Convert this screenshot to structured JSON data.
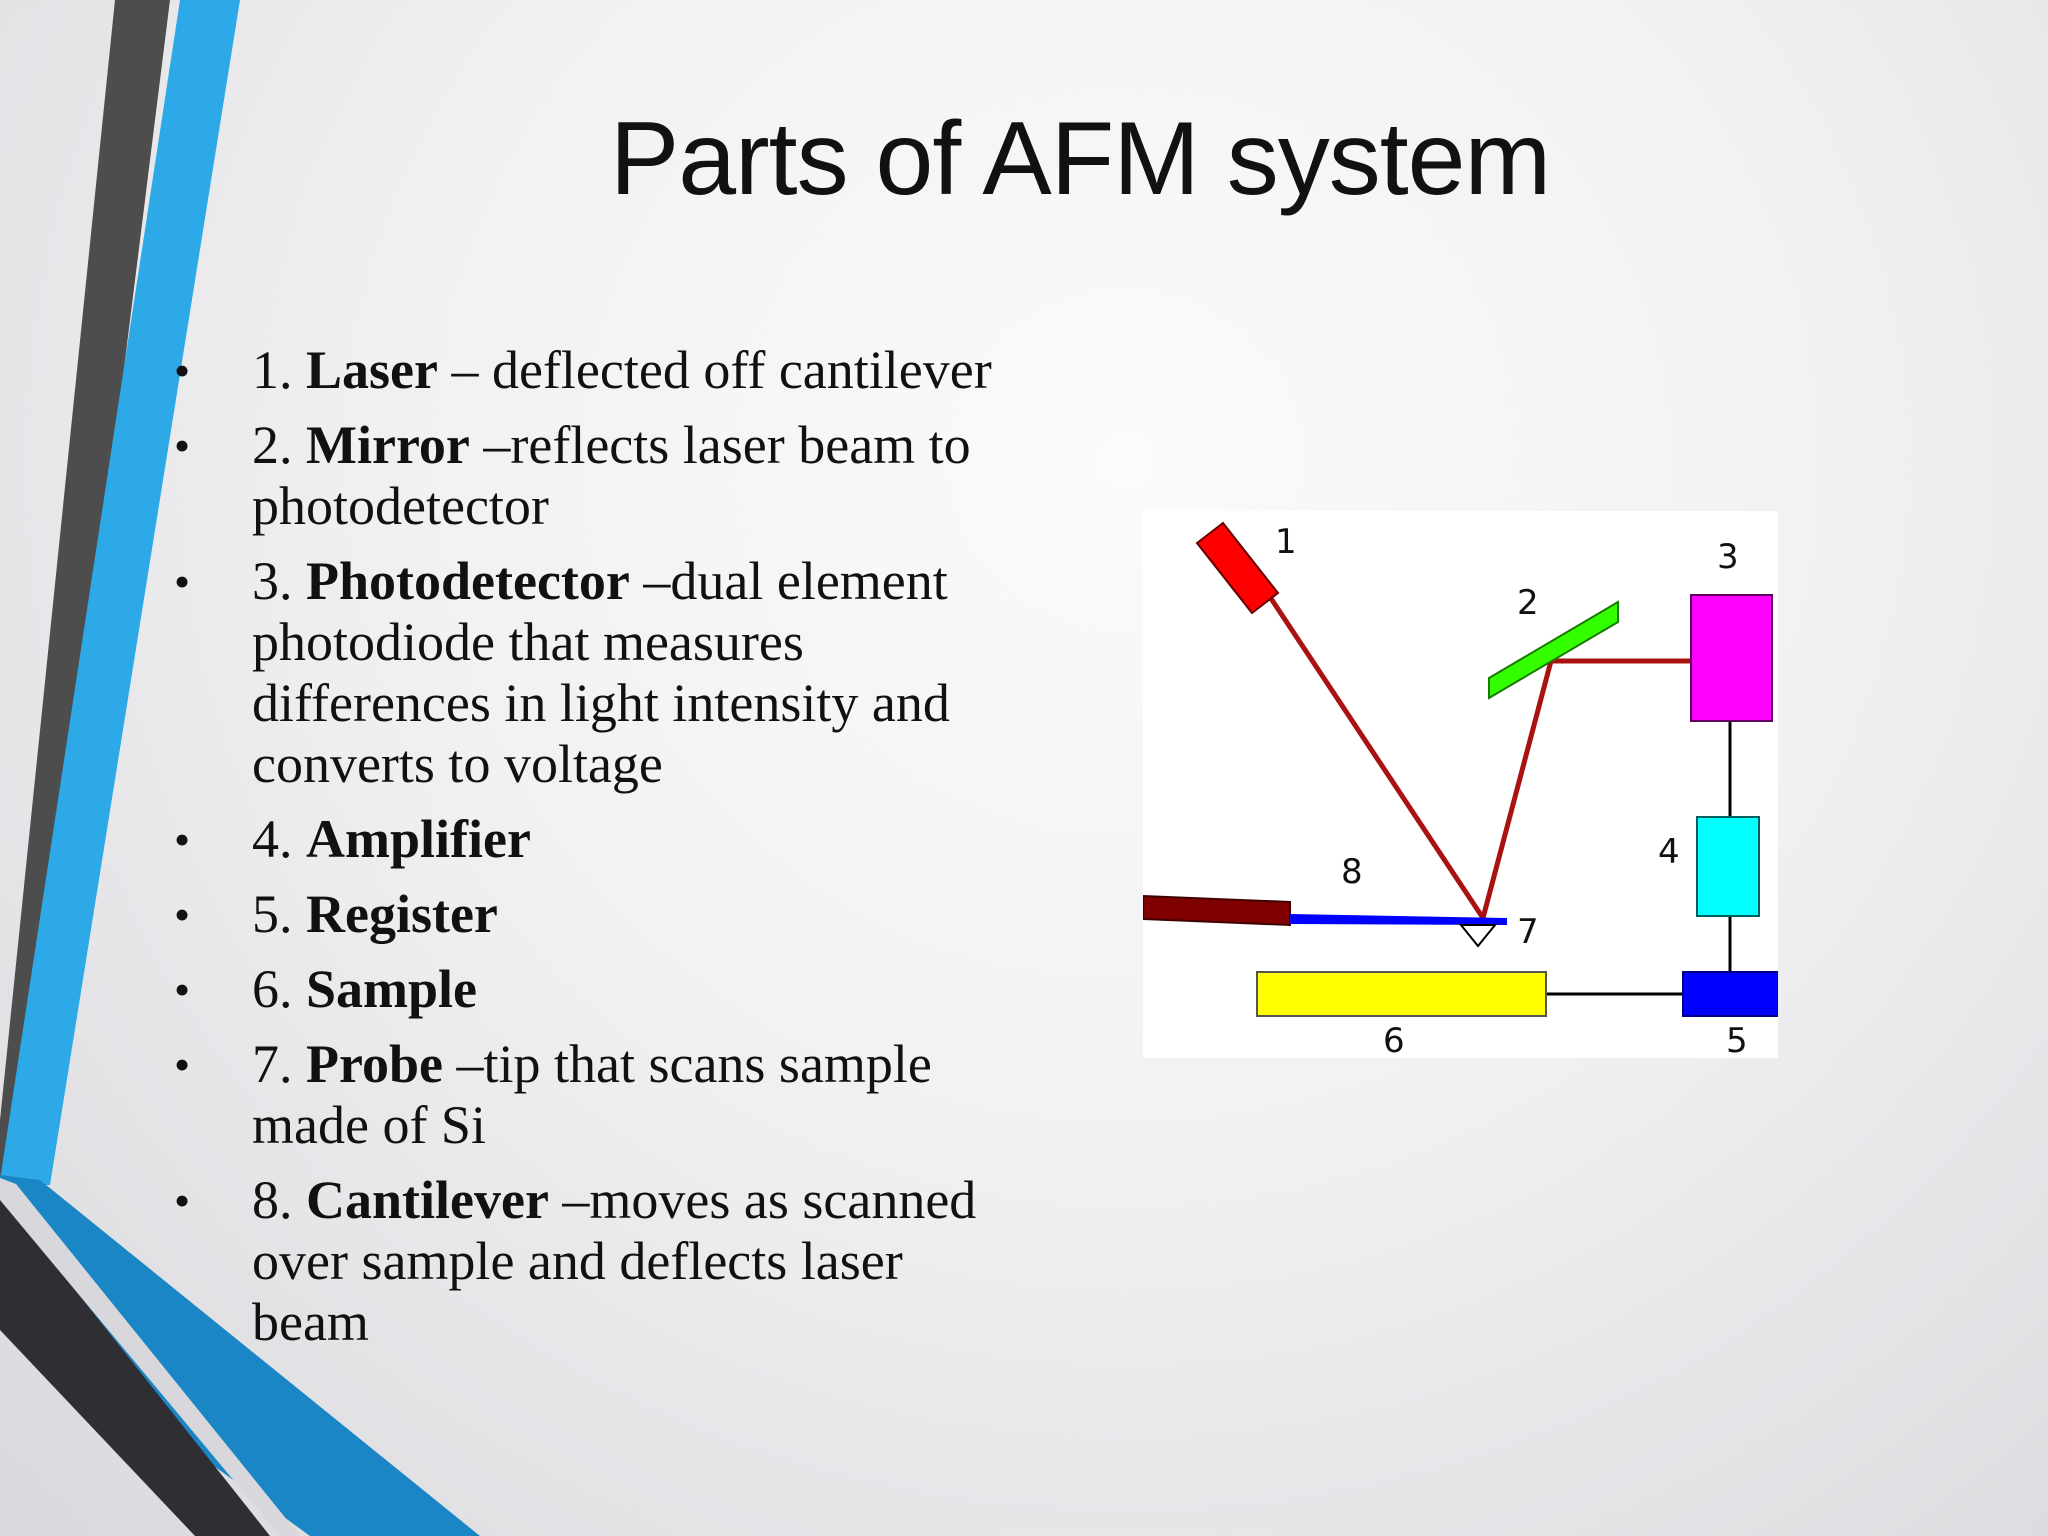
{
  "title": "Parts of AFM system",
  "bullets": [
    {
      "num": "1.",
      "term": "Laser",
      "desc": " – deflected off cantilever"
    },
    {
      "num": "2.",
      "term": "Mirror",
      "desc": " –reflects laser beam to photodetector"
    },
    {
      "num": "3.",
      "term": "Photodetector",
      "desc": " –dual element photodiode that measures differences in light intensity and converts to voltage"
    },
    {
      "num": "4.",
      "term": "Amplifier",
      "desc": ""
    },
    {
      "num": "5.",
      "term": "Register",
      "desc": ""
    },
    {
      "num": "6.",
      "term": "Sample",
      "desc": ""
    },
    {
      "num": "7.",
      "term": "Probe",
      "desc": " –tip that scans sample made of Si"
    },
    {
      "num": "8.",
      "term": "Cantilever",
      "desc": " –moves as scanned over sample and deflects laser beam"
    }
  ],
  "diagram": {
    "labels": {
      "l1": "1",
      "l2": "2",
      "l3": "3",
      "l4": "4",
      "l5": "5",
      "l6": "6",
      "l7": "7",
      "l8": "8"
    },
    "colors": {
      "laser": "#ff0000",
      "mirror": "#33ff00",
      "photodetector": "#ff00ff",
      "amplifier": "#00ffff",
      "register": "#0000ff",
      "sample": "#ffff00",
      "cantilever_base": "#800000",
      "cantilever_beam": "#0000ff",
      "beam": "#aa1111"
    }
  },
  "theme": {
    "accent_blue": "#2ea9e8",
    "dark_stripe": "#4a4a4a"
  }
}
